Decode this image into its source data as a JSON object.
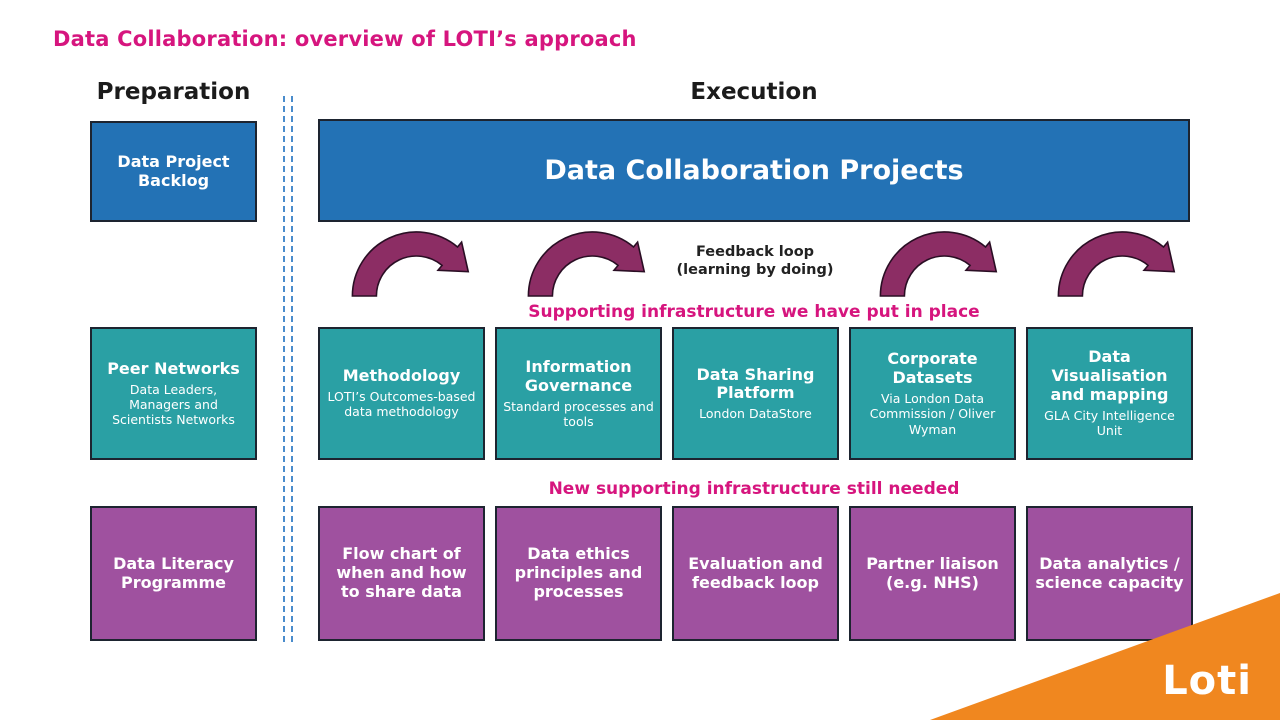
{
  "title": "Data Collaboration: overview of LOTI’s approach",
  "headers": {
    "preparation": "Preparation",
    "execution": "Execution"
  },
  "preparation_boxes": [
    {
      "title": "Data Project Backlog"
    },
    {
      "title": "Peer Networks",
      "subtitle": "Data Leaders, Managers and Scientists Networks"
    },
    {
      "title": "Data Literacy Programme"
    }
  ],
  "execution": {
    "main_box": "Data Collaboration Projects",
    "feedback_line1": "Feedback loop",
    "feedback_line2": "(learning by doing)",
    "supporting_heading": "Supporting infrastructure we have put in place",
    "supporting_boxes": [
      {
        "title": "Methodology",
        "subtitle": "LOTI’s Outcomes-based data methodology"
      },
      {
        "title": "Information Governance",
        "subtitle": "Standard processes and tools"
      },
      {
        "title": "Data Sharing Platform",
        "subtitle": "London DataStore"
      },
      {
        "title": "Corporate Datasets",
        "subtitle": "Via London Data Commission / Oliver Wyman"
      },
      {
        "title": "Data Visualisation and mapping",
        "subtitle": "GLA City Intelligence Unit"
      }
    ],
    "needed_heading": "New supporting infrastructure still needed",
    "needed_boxes": [
      {
        "title": "Flow chart of when and how to share data"
      },
      {
        "title": "Data ethics principles and processes"
      },
      {
        "title": "Evaluation and feedback loop"
      },
      {
        "title": "Partner liaison (e.g. NHS)"
      },
      {
        "title": "Data analytics / science capacity"
      }
    ]
  },
  "logo": {
    "text": "Loti"
  },
  "colors": {
    "magenta": "#d6157e",
    "blue": "#2372b5",
    "teal": "#2aa0a4",
    "purple": "#9f519f",
    "arrow": "#8c2d64",
    "orange": "#f0871f",
    "divider": "#4a8ccc"
  }
}
